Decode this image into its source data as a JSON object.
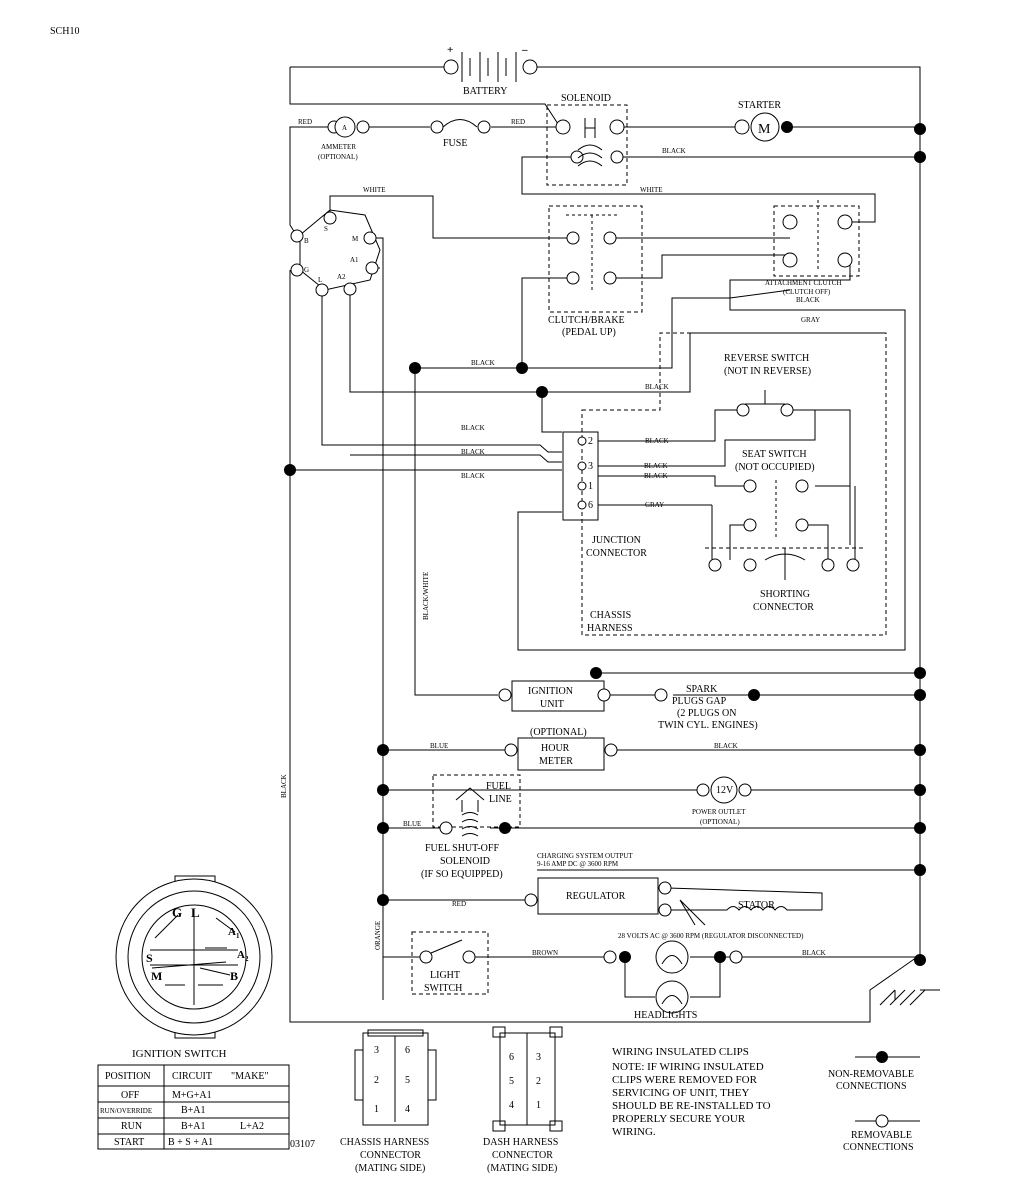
{
  "doc": {
    "id": "SCH10",
    "drawing_no": "03107"
  },
  "components": {
    "battery": "BATTERY",
    "battery_pos": "+",
    "battery_neg": "–",
    "solenoid": "SOLENOID",
    "starter": "STARTER",
    "starter_m": "M",
    "ammeter": [
      "AMMETER",
      "(OPTIONAL)"
    ],
    "ammeter_a": "A",
    "fuse": "FUSE",
    "clutch_brake": [
      "CLUTCH/BRAKE",
      "(PEDAL UP)"
    ],
    "attachment_clutch": [
      "ATTACHMENT CLUTCH",
      "(CLUTCH OFF)"
    ],
    "reverse_switch": [
      "REVERSE SWITCH",
      "(NOT IN REVERSE)"
    ],
    "seat_switch": [
      "SEAT SWITCH",
      "(NOT OCCUPIED)"
    ],
    "junction_connector": [
      "JUNCTION",
      "CONNECTOR"
    ],
    "shorting_connector": [
      "SHORTING",
      "CONNECTOR"
    ],
    "chassis_harness": [
      "CHASSIS",
      "HARNESS"
    ],
    "ignition_unit": [
      "IGNITION",
      "UNIT"
    ],
    "spark_plugs": [
      "SPARK",
      "PLUGS GAP",
      "(2 PLUGS ON",
      "TWIN CYL. ENGINES)"
    ],
    "hour_meter": [
      "(OPTIONAL)",
      "HOUR",
      "METER"
    ],
    "fuel_line": [
      "FUEL",
      "LINE"
    ],
    "fuel_shutoff": [
      "FUEL SHUT-OFF",
      "SOLENOID",
      "(IF SO EQUIPPED)"
    ],
    "power_outlet": [
      "POWER OUTLET",
      "(OPTIONAL)"
    ],
    "power_outlet_v": "12V",
    "charging_output": [
      "CHARGING SYSTEM OUTPUT",
      "9-16 AMP DC @ 3600 RPM"
    ],
    "regulator": "REGULATOR",
    "stator": "STATOR",
    "stator_note": "28 VOLTS AC @ 3600 RPM (REGULATOR DISCONNECTED)",
    "light_switch": [
      "LIGHT",
      "SWITCH"
    ],
    "headlights": "HEADLIGHTS",
    "ignition_switch_title": "IGNITION SWITCH"
  },
  "wire_labels": {
    "red": "RED",
    "black": "BLACK",
    "white": "WHITE",
    "gray": "GRAY",
    "blue": "BLUE",
    "orange": "ORANGE",
    "brown": "BROWN",
    "black_white": "BLACK/WHITE"
  },
  "switch_terminals": [
    "B",
    "S",
    "M",
    "A1",
    "A2",
    "L",
    "G"
  ],
  "junction_pins": [
    "2",
    "3",
    "1",
    "6"
  ],
  "ignition_face_labels": [
    "G",
    "L",
    "A",
    "1",
    "A",
    "2",
    "S",
    "M",
    "B"
  ],
  "ignition_table": {
    "headers": [
      "POSITION",
      "CIRCUIT",
      "\"MAKE\""
    ],
    "rows": [
      [
        "OFF",
        "M+G+A1",
        ""
      ],
      [
        "RUN/OVERRIDE",
        "B+A1",
        ""
      ],
      [
        "RUN",
        "B+A1",
        "L+A2"
      ],
      [
        "START",
        "B + S + A1",
        ""
      ]
    ]
  },
  "connectors": {
    "chassis": [
      "CHASSIS HARNESS",
      "CONNECTOR",
      "(MATING SIDE)"
    ],
    "chassis_pins": [
      "3",
      "6",
      "2",
      "5",
      "1",
      "4"
    ],
    "dash": [
      "DASH HARNESS",
      "CONNECTOR",
      "(MATING SIDE)"
    ],
    "dash_pins": [
      "6",
      "3",
      "5",
      "2",
      "4",
      "1"
    ]
  },
  "notes": {
    "clips": [
      "WIRING INSULATED CLIPS",
      "NOTE:  IF WIRING INSULATED",
      "CLIPS WERE REMOVED FOR",
      "SERVICING OF UNIT, THEY",
      "SHOULD BE RE-INSTALLED TO",
      "PROPERLY SECURE YOUR",
      "WIRING."
    ]
  },
  "legend": {
    "non_removable": [
      "NON-REMOVABLE",
      "CONNECTIONS"
    ],
    "removable": [
      "REMOVABLE",
      "CONNECTIONS"
    ]
  }
}
